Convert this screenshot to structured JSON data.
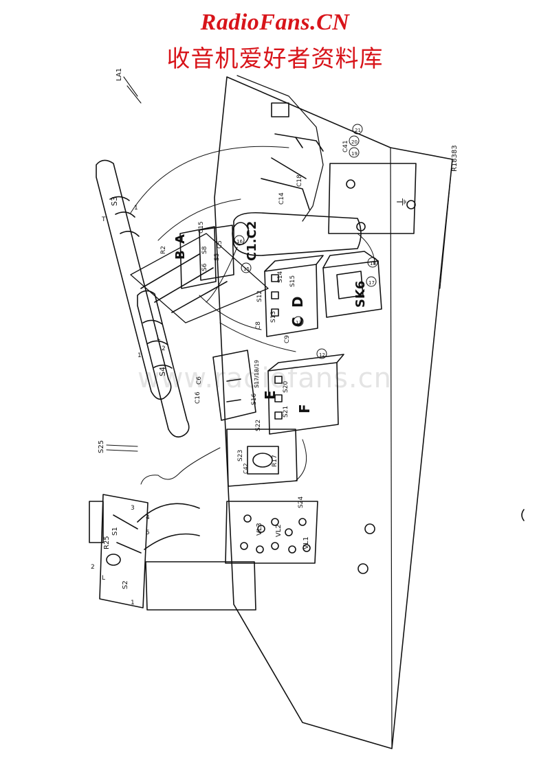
{
  "header": {
    "site_name": "RadioFans.CN",
    "site_subtitle": "收音机爱好者资料库"
  },
  "watermark": "www.radiofans.cn",
  "diagram": {
    "drawing_number": "R18383",
    "antenna_label": "LA1",
    "rod_labels": {
      "s3": "S3",
      "s4": "S4",
      "t": "T",
      "one_a": "1",
      "one_b": "1",
      "two": "2",
      "l": "L"
    },
    "wire_label": "S25",
    "bottom_assembly": {
      "s1": "S1",
      "s2": "S2",
      "r25": "R25",
      "one": "1",
      "two": "2",
      "three": "3",
      "four": "4",
      "five": "5",
      "l": "L"
    },
    "coil_can_letters": {
      "a": "A",
      "b": "B",
      "c": "C",
      "d": "D",
      "e": "E",
      "f": "F"
    },
    "switch_labels": [
      "S5",
      "S6",
      "S8",
      "S12",
      "S13",
      "S14",
      "S15",
      "S16",
      "S17/18/19",
      "S20",
      "S21",
      "S22",
      "S23",
      "S24"
    ],
    "capacitor_labels": {
      "c1c2": "C1.C2",
      "c15": "C15",
      "c5": "C5",
      "c6": "C6",
      "c8": "C8",
      "c9": "C9",
      "c16": "C16",
      "c14": "C14",
      "c18": "C18",
      "c41": "C41",
      "c42": "C42"
    },
    "socket_label": "SK6",
    "valve_labels": [
      "VL1",
      "VL2",
      "VL3"
    ],
    "resistor_labels": {
      "r2": "R2",
      "r17": "R17"
    },
    "numbered_markers": [
      "12",
      "13",
      "15",
      "16",
      "17",
      "18",
      "19",
      "20",
      "21"
    ],
    "ground_symbol": "⏚"
  }
}
